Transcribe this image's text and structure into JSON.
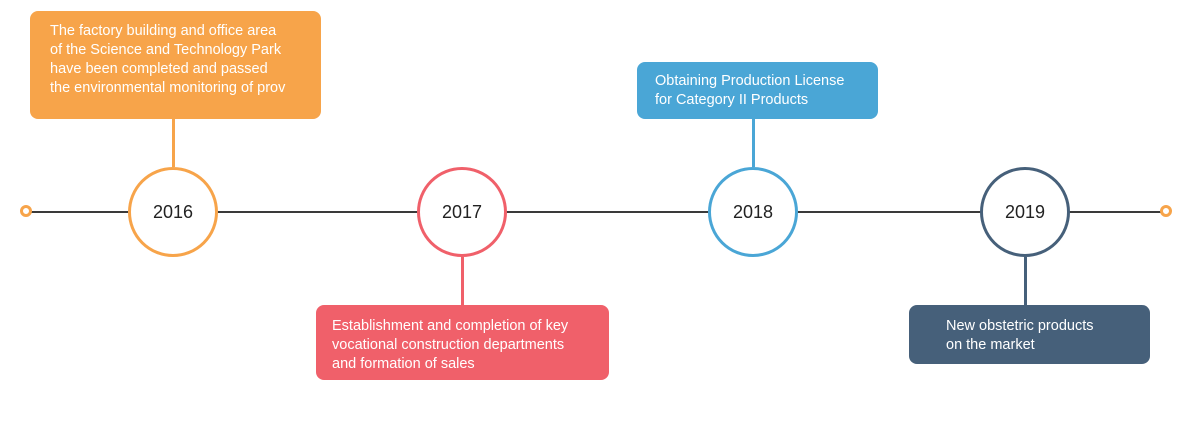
{
  "timeline": {
    "colors": {
      "axis": "#3a3a3a",
      "end_dot": "#f7a44a",
      "orange": "#f7a44a",
      "red": "#f0606a",
      "blue": "#4aa6d6",
      "slate": "#46607a"
    },
    "events": [
      {
        "year": "2016",
        "text_lines": [
          "The factory building and office area",
          "of the Science and Technology Park",
          "have been completed and passed",
          "the environmental monitoring of prov"
        ]
      },
      {
        "year": "2017",
        "text_lines": [
          "Establishment and completion of key",
          "vocational construction departments",
          "and formation of sales"
        ]
      },
      {
        "year": "2018",
        "text_lines": [
          "Obtaining Production License",
          "for Category II Products"
        ]
      },
      {
        "year": "2019",
        "text_lines": [
          "New obstetric products",
          "on the market"
        ]
      }
    ]
  }
}
